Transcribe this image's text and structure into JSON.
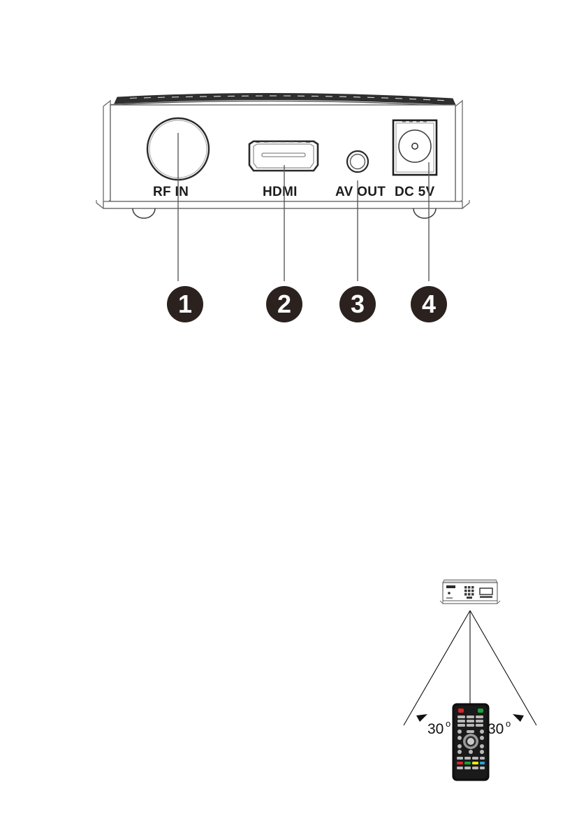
{
  "figure_rear_panel": {
    "name": "set-top-box-rear-panel",
    "ports": [
      {
        "id": "rf-in",
        "label": "RF IN",
        "callout": "1"
      },
      {
        "id": "hdmi",
        "label": "HDMI",
        "callout": "2"
      },
      {
        "id": "av-out",
        "label": "AV OUT",
        "callout": "3"
      },
      {
        "id": "dc-5v",
        "label": "DC 5V",
        "callout": "4"
      }
    ],
    "labels": {
      "rf_in": "RF IN",
      "hdmi": "HDMI",
      "av_out": "AV OUT",
      "dc_5v": "DC 5V"
    },
    "callouts": {
      "one": "1",
      "two": "2",
      "three": "3",
      "four": "4"
    },
    "colors": {
      "outline": "#4a4a4a",
      "callout_fill": "#2b211e",
      "callout_text": "#ffffff",
      "label_text": "#1c1c1c"
    }
  },
  "figure_ir_angle": {
    "name": "remote-control-operating-angle",
    "angle_left": "30",
    "angle_right": "30",
    "degree_symbol": "o",
    "angle_left_full": "30o",
    "angle_right_full": "30o",
    "colors": {
      "line": "#111111",
      "remote_body": "#121212",
      "button_gray": "#b9b9b9",
      "button_red": "#d8252a",
      "button_green": "#19a33c",
      "button_yellow": "#ece312",
      "button_blue": "#2aa2dd",
      "power_red": "#d8252a",
      "power_green": "#19a33c"
    }
  }
}
